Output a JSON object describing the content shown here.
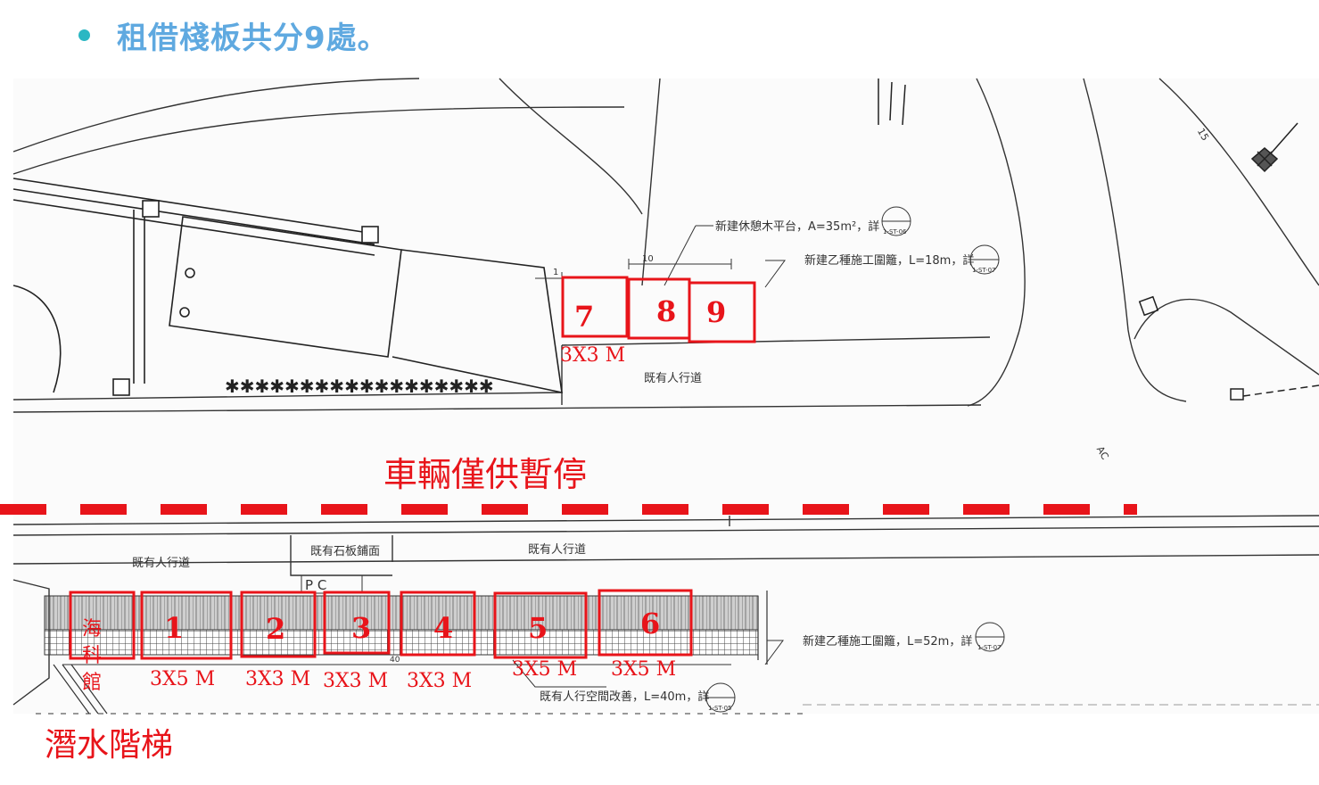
{
  "header": {
    "bullet_title": "租借棧板共分9處。"
  },
  "plan": {
    "top_note_1": "新建休憩木平台，A=35m²，詳",
    "top_note_2": "新建乙種施工圍籬，L=18m，詳",
    "top_dim": "10",
    "top_dim_small": "1",
    "sidewalk_top": "既有人行道",
    "sidewalk_bottom_left": "既有人行道",
    "sidewalk_bottom_right": "既有人行道",
    "stone_pavement": "既有石板鋪面",
    "pc_label": "P C",
    "bottom_note_1": "新建乙種施工圍籬，L=52m，詳",
    "bottom_note_2": "既有人行空間改善，L=40m，詳",
    "dim_40": "40",
    "sheet_ref_top_1": "1-ST-06",
    "sheet_ref_top_2": "1-ST-07",
    "sheet_ref_bottom_1": "1-ST-07",
    "sheet_ref_bottom_2": "1-ST-05",
    "ac_mark": "AC",
    "north_dim": "15"
  },
  "annotations": {
    "no_parking": "車輛僅供暫停",
    "dive_stairs": "潛水階梯",
    "museum_chars": [
      "海",
      "科",
      "館"
    ]
  },
  "pallets": [
    {
      "id": "1",
      "size": "3X5 M"
    },
    {
      "id": "2",
      "size": "3X3 M"
    },
    {
      "id": "3",
      "size": "3X3 M"
    },
    {
      "id": "4",
      "size": "3X3 M"
    },
    {
      "id": "5",
      "size": "3X5 M"
    },
    {
      "id": "6",
      "size": "3X5 M"
    },
    {
      "id": "7",
      "size": "3X3 M"
    },
    {
      "id": "8",
      "size": ""
    },
    {
      "id": "9",
      "size": ""
    }
  ],
  "colors": {
    "title": "#5fa9e0",
    "bullet": "#2bb7c3",
    "annotation_red": "#e8141a",
    "drawing_line": "#333333"
  }
}
